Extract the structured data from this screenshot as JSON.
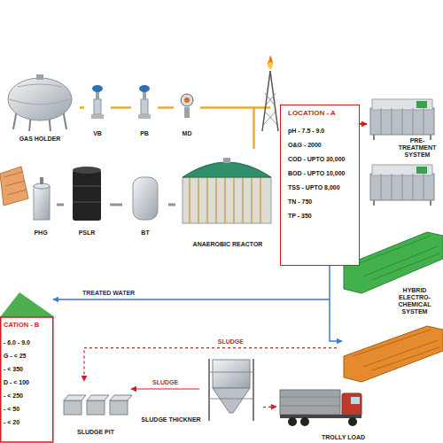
{
  "diagram": {
    "nodes": [
      {
        "text": [
          "GAS HOLDER"
        ]
      },
      {
        "text": [
          "VB"
        ]
      },
      {
        "text": [
          "PB"
        ]
      },
      {
        "text": [
          "MD"
        ]
      },
      {
        "text": [
          "LOCATION - A",
          "pH - 7.5 - 9.0",
          "O&G - 2000",
          "COD - UPTO 30,000",
          "BOD - UPTO 10,000",
          "TSS - UPTO 8,000",
          "TN - 750",
          "TP - 350"
        ]
      },
      {
        "text": [
          "PRE-TREATMENT SYSTEM"
        ]
      },
      {
        "text": [
          "PHG"
        ]
      },
      {
        "text": [
          "PSLR"
        ]
      },
      {
        "text": [
          "BT"
        ]
      },
      {
        "text": [
          "ANAEROBIC REACTOR"
        ]
      },
      {
        "text": [
          "HYBRID ELECTRO-CHEMICAL SYSTEM"
        ]
      },
      {
        "text": [
          "CATION - B",
          "- 6.0 - 9.0",
          "G - < 25",
          "- < 350",
          "D - < 100",
          "- < 250",
          "- < 50",
          "- < 20"
        ]
      },
      {
        "text": [
          "SLUDGE PIT"
        ]
      },
      {
        "text": [
          "SLUDGE THICKNER"
        ]
      },
      {
        "text": [
          "TROLLY LOAD"
        ]
      }
    ],
    "edges": [
      {
        "from": 9,
        "to": 3,
        "arrow": "none"
      },
      {
        "from": 3,
        "to": 2,
        "arrow": "none"
      },
      {
        "from": 2,
        "to": 1,
        "arrow": "none"
      },
      {
        "from": 1,
        "to": 0,
        "arrow": "none"
      },
      {
        "from": 4,
        "to": 5,
        "arrow": "to"
      },
      {
        "from": 10,
        "to": 11,
        "label": "TREATED WATER",
        "arrow": "to"
      },
      {
        "from": 10,
        "to": 12,
        "label": "SLUDGE",
        "arrow": "to"
      },
      {
        "from": 13,
        "to": 12,
        "label": "SLUDGE",
        "arrow": "to"
      },
      {
        "from": 13,
        "to": 14,
        "arrow": "to"
      },
      {
        "from": 6,
        "to": 7,
        "arrow": "none"
      },
      {
        "from": 7,
        "to": 8,
        "arrow": "none"
      },
      {
        "from": 8,
        "to": 9,
        "arrow": "none"
      }
    ]
  }
}
